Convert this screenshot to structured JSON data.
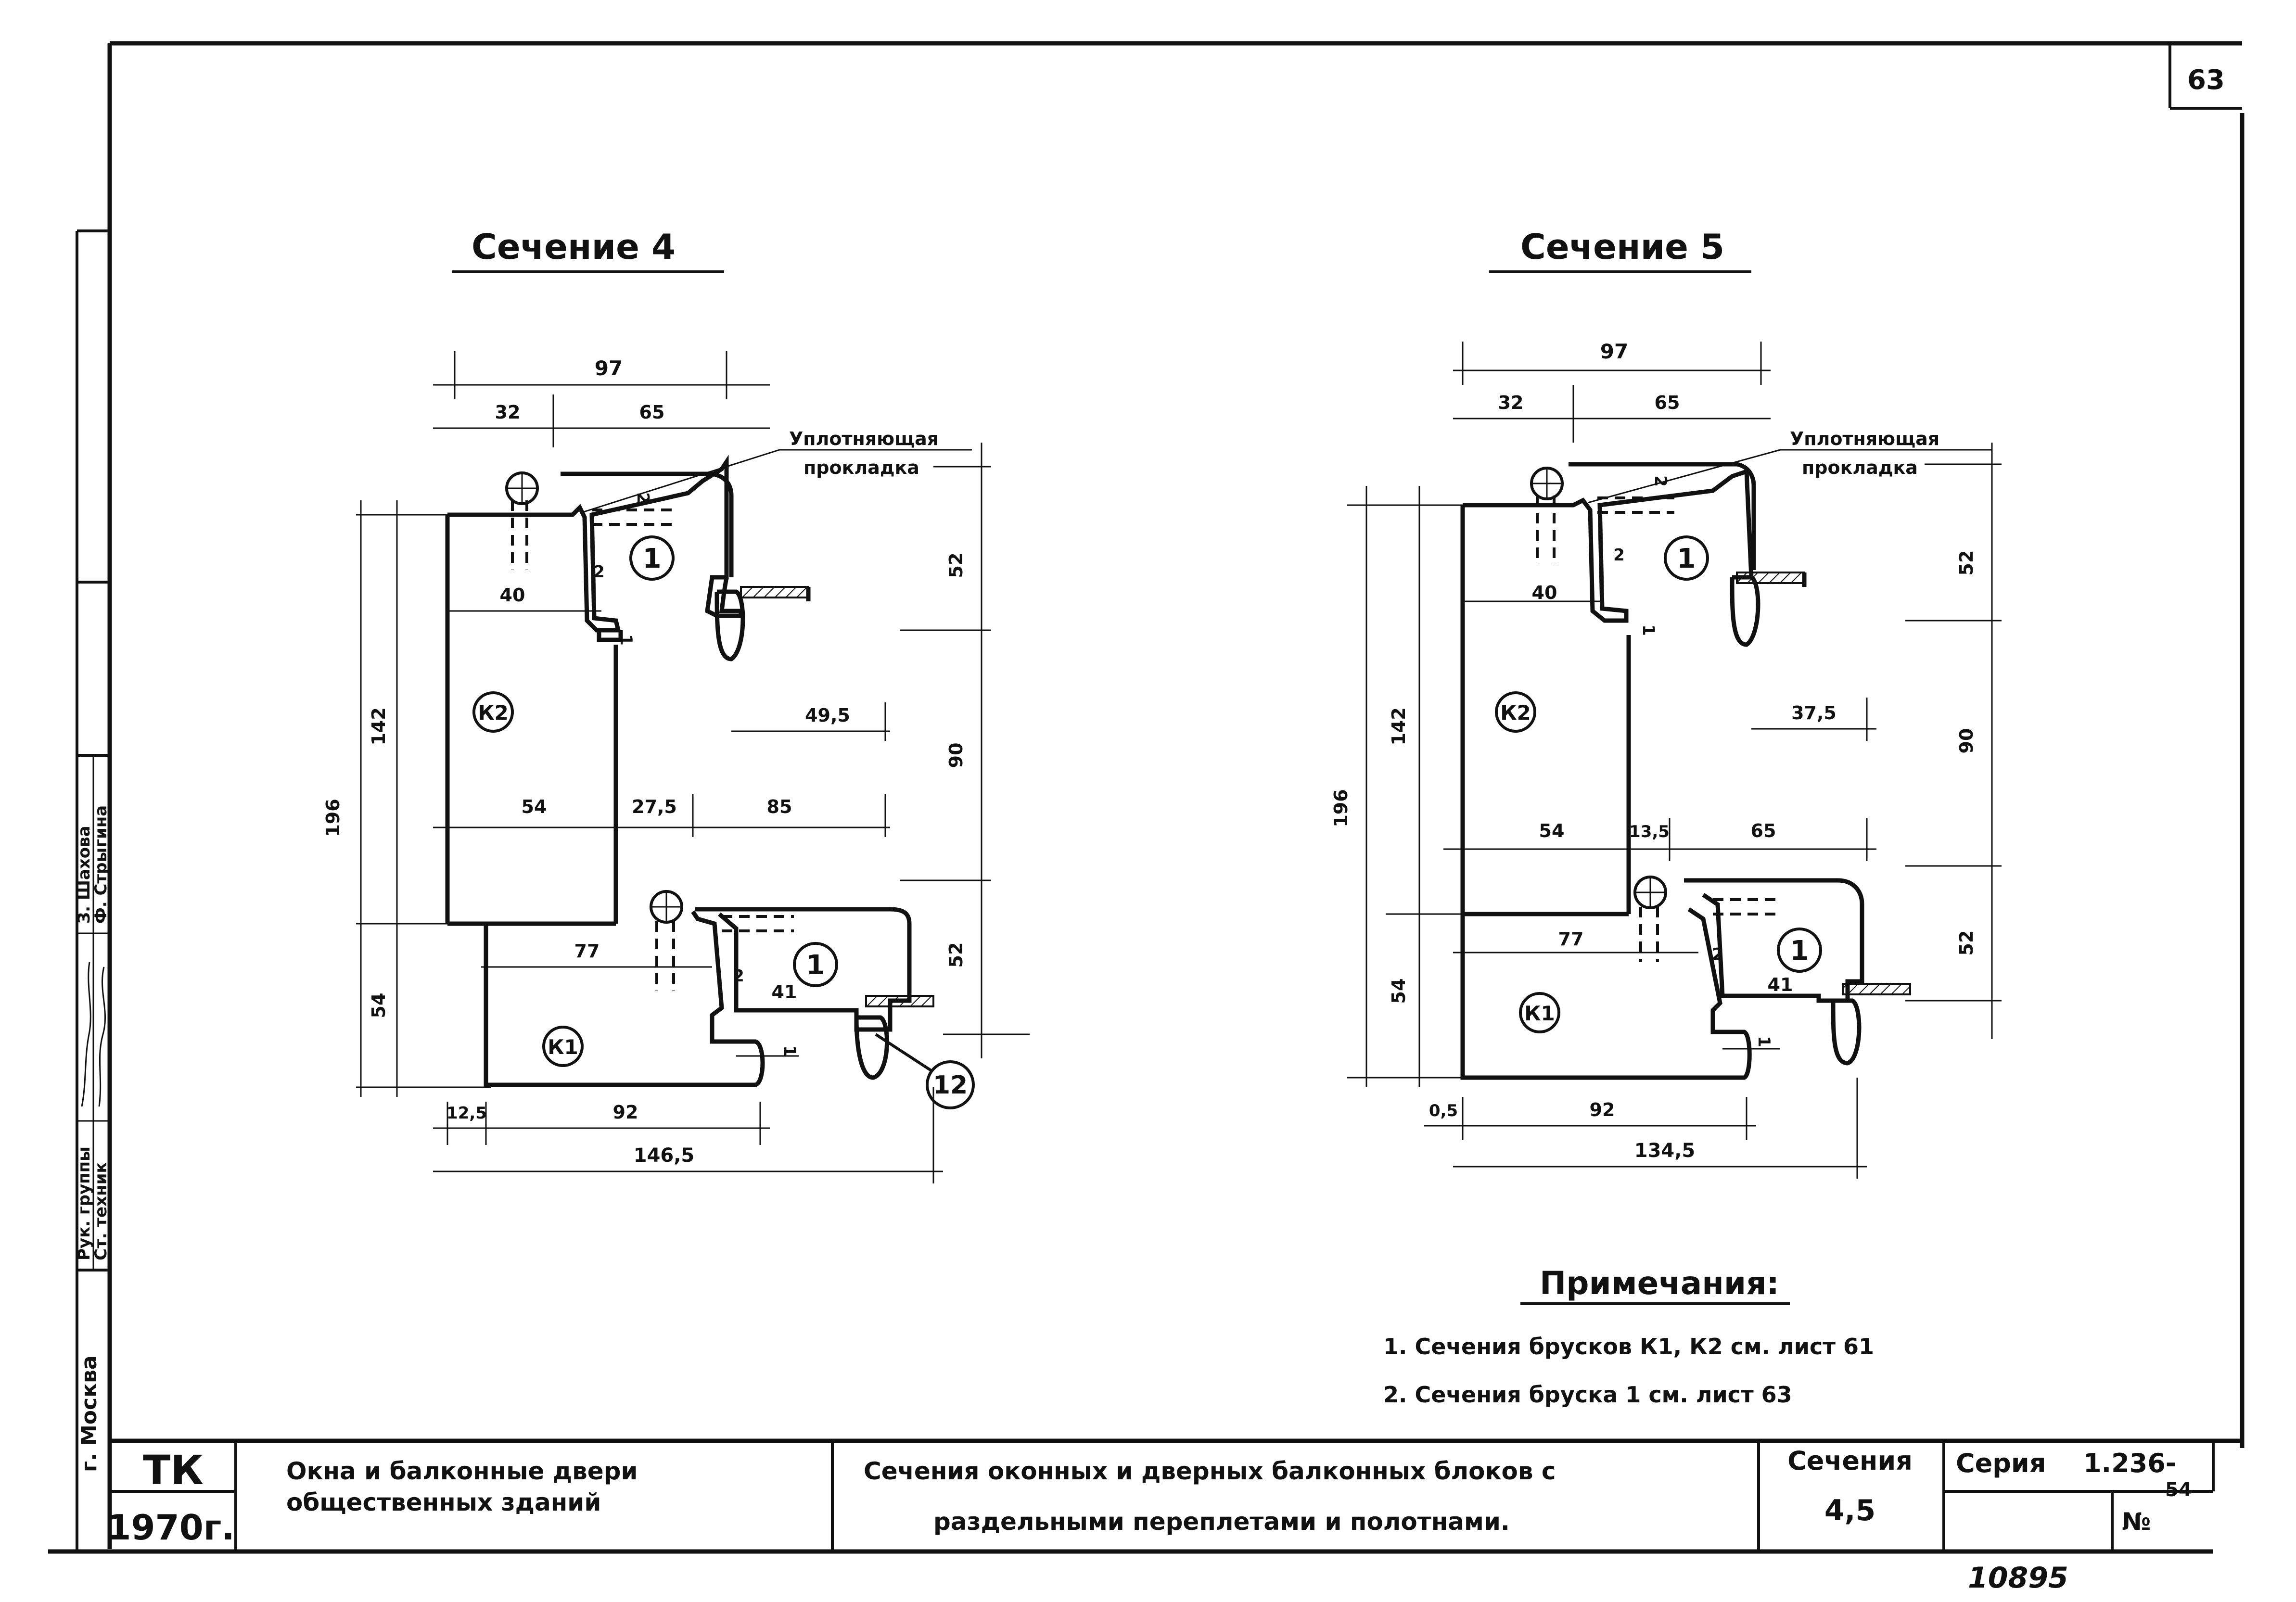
{
  "sheet": {
    "page_number": "63",
    "archive_number": "10895"
  },
  "left_strip": {
    "city": "г. Москва",
    "role_1": "Рук. группы",
    "role_2": "Ст. техник",
    "name_1": "З. Шахова",
    "name_2": "Ф. Стрыгина"
  },
  "section4": {
    "title": "Сечение 4",
    "gasket_label_1": "Уплотняющая",
    "gasket_label_2": "прокладка",
    "dims": {
      "d97": "97",
      "d32": "32",
      "d65": "65",
      "d40": "40",
      "d2a": "2",
      "d2b": "2",
      "d2c": "2",
      "d1a": "1",
      "d1b": "1",
      "d52a": "52",
      "d142": "142",
      "d196": "196",
      "d90": "90",
      "d49_5": "49,5",
      "d54a": "54",
      "d27_5": "27,5",
      "d85": "85",
      "d77": "77",
      "d41": "41",
      "d52b": "52",
      "d54b": "54",
      "d12_5": "12,5",
      "d92": "92",
      "d146_5": "146,5"
    },
    "marks": {
      "m1a": "1",
      "m1b": "1",
      "k2": "К2",
      "k1": "К1",
      "m12": "12"
    }
  },
  "section5": {
    "title": "Сечение 5",
    "gasket_label_1": "Уплотняющая",
    "gasket_label_2": "прокладка",
    "dims": {
      "d97": "97",
      "d32": "32",
      "d65": "65",
      "d40": "40",
      "d2a": "2",
      "d2b": "2",
      "d2c": "2",
      "d1a": "1",
      "d1b": "1",
      "d52a": "52",
      "d142": "142",
      "d196": "196",
      "d90": "90",
      "d37_5": "37,5",
      "d54a": "54",
      "d13_5": "13,5",
      "d65b": "65",
      "d77": "77",
      "d41": "41",
      "d52b": "52",
      "d54b": "54",
      "d0_5": "0,5",
      "d92": "92",
      "d134_5": "134,5"
    },
    "marks": {
      "m1a": "1",
      "m1b": "1",
      "k2": "К2",
      "k1": "К1"
    }
  },
  "notes": {
    "heading": "Примечания:",
    "items": [
      "1. Сечения брусков К1, К2 см. лист 61",
      "2. Сечения бруска 1 см. лист 63"
    ]
  },
  "title_block": {
    "org": "ТК",
    "year": "1970г.",
    "project_line1": "Окна и балконные двери",
    "project_line2": "общественных зданий",
    "drawing_line1": "Сечения оконных и дверных балконных блоков с",
    "drawing_line2": "раздельными переплетами и полотнами.",
    "sheet_name": "Сечения",
    "sheet_nums": "4,5",
    "series_label": "Серия",
    "series_value": "1.236-",
    "sheet_no_label": "№",
    "sheet_no_value": "54"
  }
}
